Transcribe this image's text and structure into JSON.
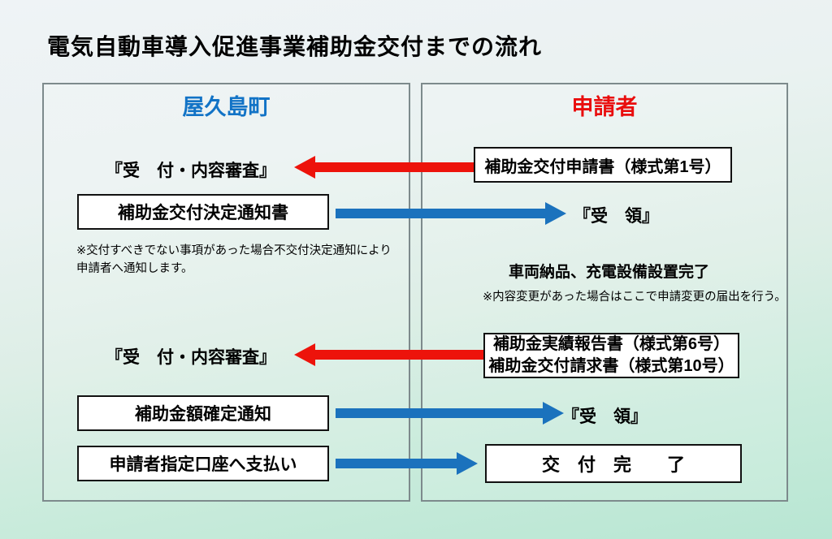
{
  "title": "電気自動車導入促進事業補助金交付までの流れ",
  "colors": {
    "arrow_red": "#ed130b",
    "arrow_blue": "#1b72bd",
    "header_left": "#1273c6",
    "header_right": "#e90d0d",
    "box_border": "#111111",
    "panel_border": "#7d8a8c"
  },
  "left_panel": {
    "header": "屋久島町",
    "review1_label": "『受　付・内容審査』",
    "box_decision_notice": "補助金交付決定通知書",
    "note_line1": "※交付すべきでない事項があった場合不交付決定通知により",
    "note_line2": "申請者へ通知します。",
    "review2_label": "『受　付・内容審査』",
    "box_amount_notice": "補助金額確定通知",
    "box_payment": "申請者指定口座へ支払い"
  },
  "right_panel": {
    "header": "申請者",
    "box_application": "補助金交付申請書（様式第1号）",
    "receipt1_label": "『受　領』",
    "status_completion": "車両納品、充電設備設置完了",
    "note_change": "※内容変更があった場合はここで申請変更の届出を行う。",
    "box_report_line1": "補助金実績報告書（様式第6号）",
    "box_report_line2": "補助金交付請求書（様式第10号）",
    "receipt2_label": "『受　領』",
    "box_complete": "交　付　完　　了"
  }
}
